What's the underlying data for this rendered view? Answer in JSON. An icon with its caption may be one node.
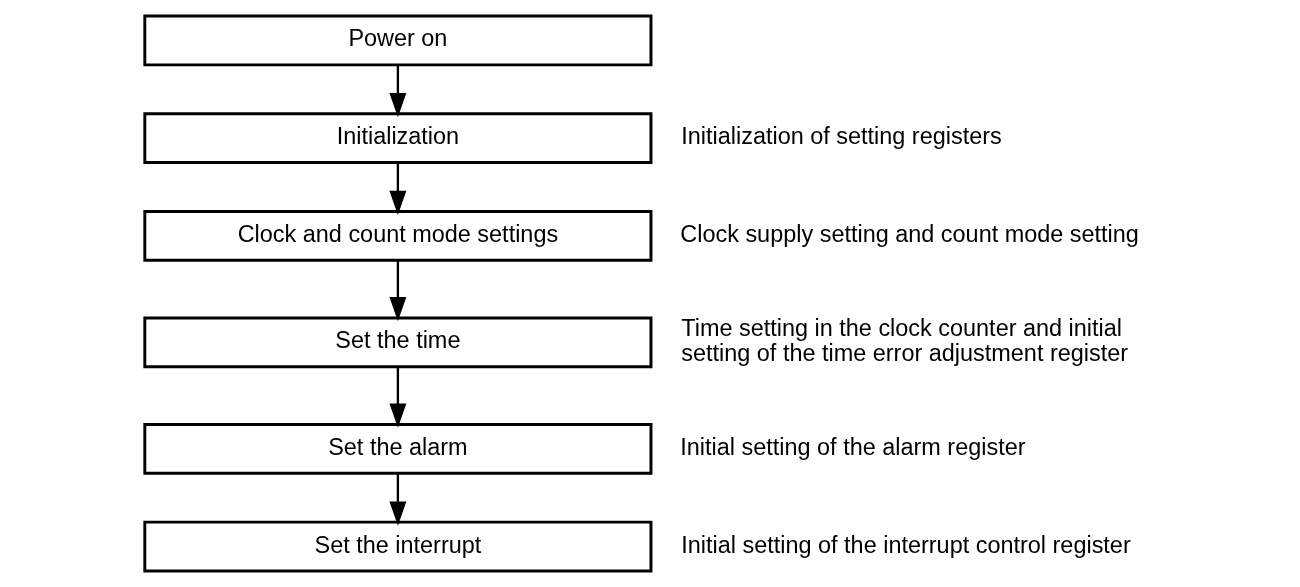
{
  "diagram": {
    "nodes": [
      {
        "text": [
          "Power on"
        ]
      },
      {
        "text": [
          "Initialization"
        ],
        "beside": [
          "Initialization of setting registers"
        ]
      },
      {
        "text": [
          "Clock and count mode settings"
        ],
        "beside": [
          "Clock supply setting and count mode setting"
        ]
      },
      {
        "text": [
          "Set the time"
        ],
        "beside": [
          "Time setting in the clock counter and initial setting of the time error adjustment register"
        ]
      },
      {
        "text": [
          "Set the alarm"
        ],
        "beside": [
          "Initial setting of the alarm register"
        ]
      },
      {
        "text": [
          "Set the interrupt"
        ],
        "beside": [
          "Initial setting of the interrupt control register"
        ]
      }
    ],
    "edges": [
      {
        "from": 0,
        "to": 1,
        "arrow": "to"
      },
      {
        "from": 1,
        "to": 2,
        "arrow": "to"
      },
      {
        "from": 2,
        "to": 3,
        "arrow": "to"
      },
      {
        "from": 3,
        "to": 4,
        "arrow": "to"
      },
      {
        "from": 4,
        "to": 5,
        "arrow": "to"
      }
    ]
  }
}
